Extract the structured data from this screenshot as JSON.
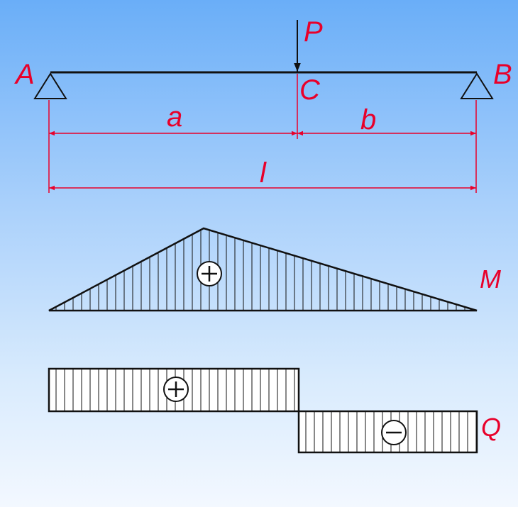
{
  "beam": {
    "support_left_label": "A",
    "support_right_label": "B",
    "load_label": "P",
    "load_point_label": "C"
  },
  "dimensions": {
    "left_segment_label": "a",
    "right_segment_label": "b",
    "total_length_label": "l"
  },
  "moment_diagram": {
    "label": "M",
    "sign": "+"
  },
  "shear_diagram": {
    "label": "Q",
    "positive_sign": "+",
    "negative_sign": "−"
  },
  "colors": {
    "label": "#e8002a",
    "line": "#111111",
    "dimension": "#e8002a"
  }
}
